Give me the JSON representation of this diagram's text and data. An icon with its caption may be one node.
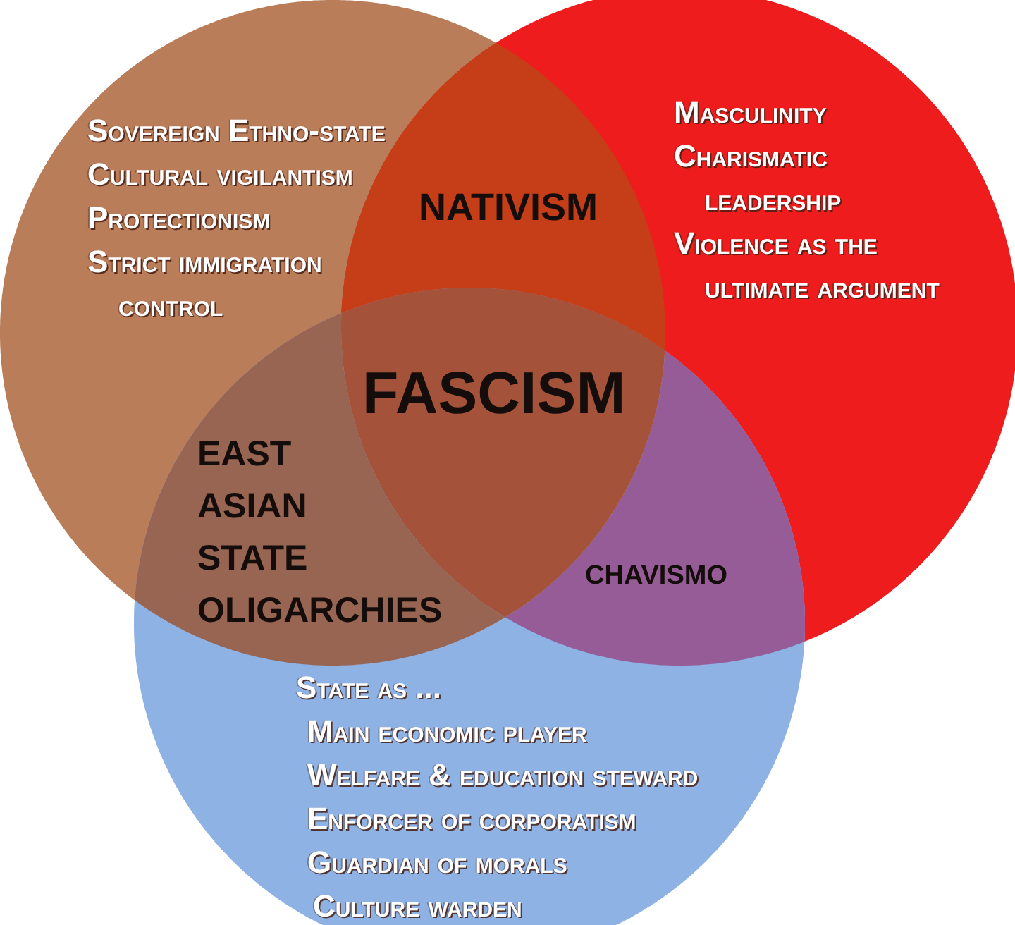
{
  "diagram": {
    "nodes": [
      {
        "text": [
          "Sovereign Ethno-state",
          "Cultural vigilantism",
          "Protectionism",
          "Strict immigration control"
        ]
      },
      {
        "text": [
          "Masculinity",
          "Charismatic leadership",
          "Violence as the ultimate argument"
        ]
      },
      {
        "text": [
          "NATIVISM"
        ]
      },
      {
        "text": [
          "FASCISM"
        ]
      },
      {
        "text": [
          "EAST ASIAN STATE OLIGARCHIES"
        ]
      },
      {
        "text": [
          "CHAVISMO"
        ]
      },
      {
        "text": [
          "State as ...",
          "Main economic player",
          "Welfare & education steward",
          "Enforcer of corporatism",
          "Guardian of morals",
          "Culture warden"
        ]
      }
    ]
  }
}
